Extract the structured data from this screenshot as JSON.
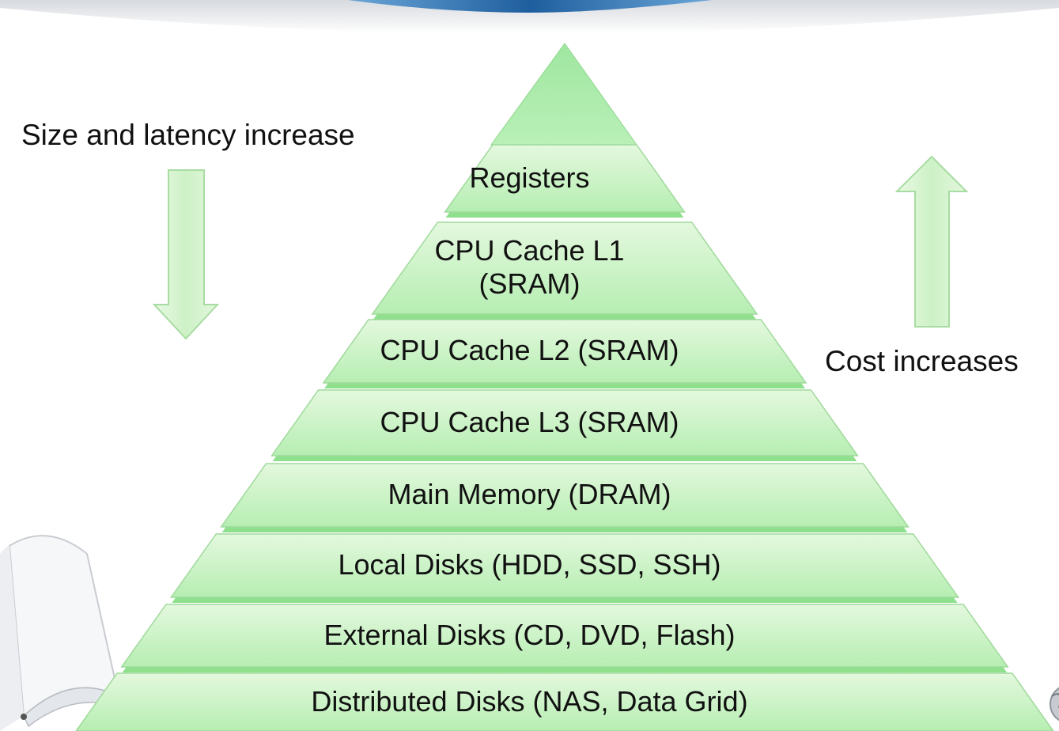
{
  "colors": {
    "tier_fill_top": "#dff7d8",
    "tier_fill_bottom": "#b3edb0",
    "tier_edge": "#9fd99b",
    "apex_fill": "#a9ecaa",
    "arrow_fill": "#d4f3cd",
    "arrow_edge": "#a8dca2",
    "header_blue": "#2a6fb0"
  },
  "decorations": [
    "header-swoosh",
    "book-icon",
    "globe-icon"
  ],
  "annotations": {
    "size_latency": "Size and latency increase",
    "cost": "Cost increases"
  },
  "tiers": [
    {
      "lines": [
        "Registers"
      ]
    },
    {
      "lines": [
        "CPU Cache L1",
        "(SRAM)"
      ]
    },
    {
      "lines": [
        "CPU Cache L2 (SRAM)"
      ]
    },
    {
      "lines": [
        "CPU Cache L3 (SRAM)"
      ]
    },
    {
      "lines": [
        "Main Memory (DRAM)"
      ]
    },
    {
      "lines": [
        "Local Disks (HDD, SSD, SSH)"
      ]
    },
    {
      "lines": [
        "External Disks (CD, DVD, Flash)"
      ]
    },
    {
      "lines": [
        "Distributed Disks (NAS, Data Grid)"
      ]
    }
  ]
}
